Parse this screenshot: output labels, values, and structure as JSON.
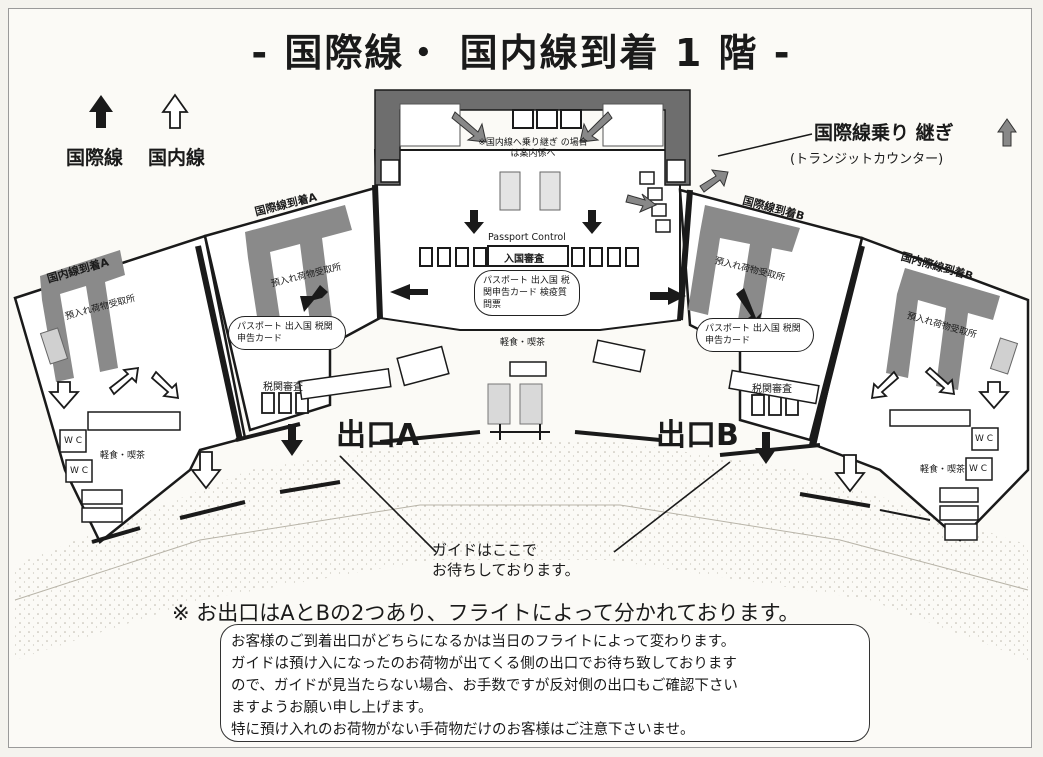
{
  "title": "- 国際線・ 国内線到着 1 階 -",
  "legend": {
    "international_label": "国際線",
    "domestic_label": "国内線"
  },
  "transit": {
    "label": "国際線乗り 継ぎ",
    "sub_label": "(トランジットカウンター)"
  },
  "areas": {
    "domestic_arrival_a": "国内線到着A",
    "international_arrival_a": "国際線到着A",
    "international_arrival_b": "国際線到着B",
    "domestic_arrival_b": "国内際線到着B",
    "baggage_claim": "預入れ荷物受取所",
    "passport_control": "Passport Control",
    "immigration": "入国審査",
    "customs": "税関審査",
    "snack_cafe": "軽食・喫茶",
    "wc": "W C",
    "domestic_transfer_note": "※国内線へ乗り継ぎ の場合は案内係へ"
  },
  "bubbles": {
    "left": "パスポート 出入国 税関申告カード",
    "center": "パスポート 出入国 税関申告カード 検疫質問票",
    "right": "パスポート 出入国 税関申告カード"
  },
  "exits": {
    "a": "出口A",
    "b": "出口B"
  },
  "guide": {
    "line1": "ガイドはここで",
    "line2": "お待ちしております。"
  },
  "footnote": "※ お出口はAとBの2つあり、フライトによって分かれております。",
  "notice": [
    "お客様のご到着出口がどちらになるかは当日のフライトによって変わります。",
    "ガイドは預け入になったのお荷物が出てくる側の出口でお待ち致しております",
    "ので、ガイドが見当たらない場合、お手数ですが反対側の出口もご確認下さい",
    "ますようお願い申し上げます。",
    "特に預け入れのお荷物がない手荷物だけのお客様はご注意下さいませ。"
  ],
  "colors": {
    "wall": "#1a1a1a",
    "claim_gray": "#8a8a8a",
    "dark_band": "#6e6e6e",
    "floor": "#ffffff",
    "pavement": "#e9e6dc"
  }
}
